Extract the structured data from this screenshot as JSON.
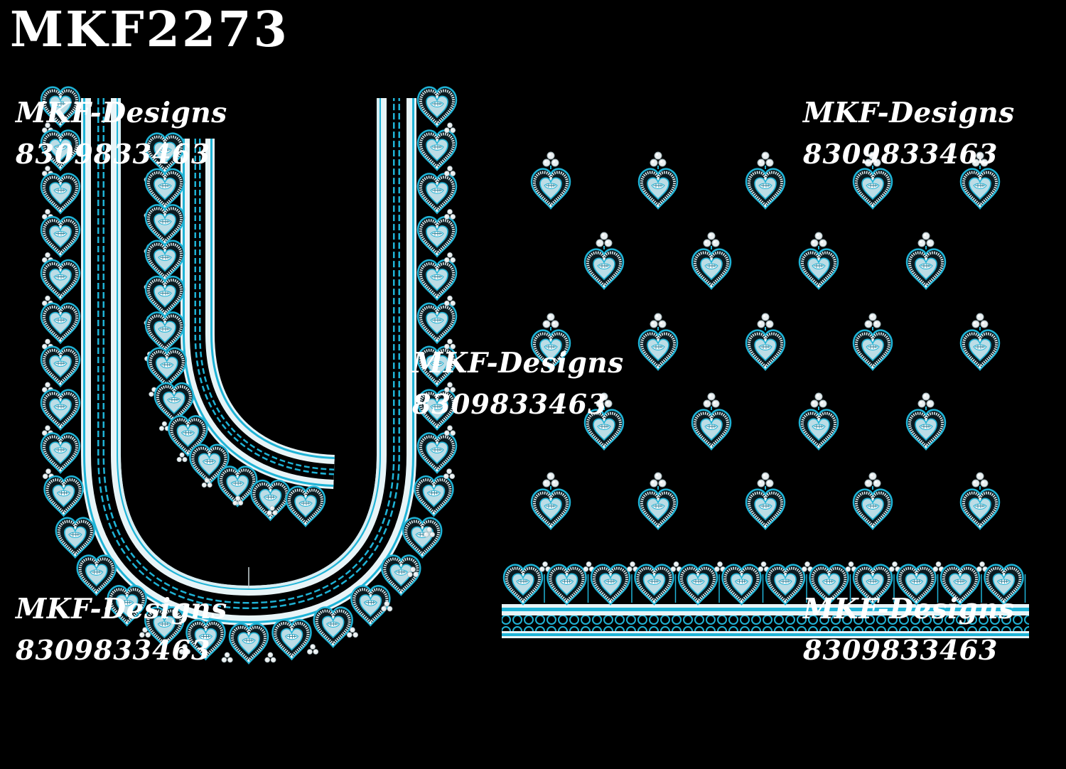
{
  "design_code": "MKF2273",
  "watermarks": [
    {
      "name": "MKF-Designs",
      "phone": "8309833463"
    },
    {
      "name": "MKF-Designs",
      "phone": "8309833463"
    },
    {
      "name": "MKF-Designs",
      "phone": "8309833463"
    },
    {
      "name": "MKF-Designs",
      "phone": "8309833463"
    },
    {
      "name": "MKF-Designs",
      "phone": "8309833463"
    }
  ],
  "colors": {
    "background": "#000000",
    "thread_white": "#eef6f8",
    "thread_cyan": "#1fb3d6",
    "thread_light": "#cfe7ee"
  },
  "motif_icon": "leaf-paisley-icon"
}
